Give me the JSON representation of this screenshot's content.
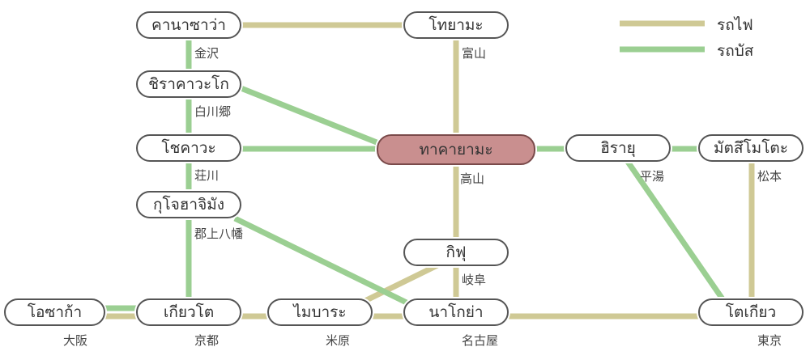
{
  "colors": {
    "train": "#cfc995",
    "bus": "#9bcf92",
    "hub_fill": "#c98f8f"
  },
  "legend": {
    "train_label": "รถไฟ",
    "bus_label": "รถบัส"
  },
  "stations": {
    "kanazawa": {
      "thai": "คานาซาว่า",
      "jp": "金沢"
    },
    "toyama": {
      "thai": "โทยามะ",
      "jp": "富山"
    },
    "shirakawago": {
      "thai": "ชิราคาวะโก",
      "jp": "白川郷"
    },
    "shokawa": {
      "thai": "โชคาวะ",
      "jp": "荘川"
    },
    "takayama": {
      "thai": "ทาคายามะ",
      "jp": "高山"
    },
    "hirayu": {
      "thai": "ฮิรายุ",
      "jp": "平湯"
    },
    "matsumoto": {
      "thai": "มัตสึโมโตะ",
      "jp": "松本"
    },
    "gujohachiman": {
      "thai": "กุโจฮาจิมัง",
      "jp": "郡上八幡"
    },
    "gifu": {
      "thai": "กิฟุ",
      "jp": "岐阜"
    },
    "osaka": {
      "thai": "โอซาก้า",
      "jp": "大阪"
    },
    "kyoto": {
      "thai": "เกียวโต",
      "jp": "京都"
    },
    "maibara": {
      "thai": "ไมบาระ",
      "jp": "米原"
    },
    "nagoya": {
      "thai": "นาโกย่า",
      "jp": "名古屋"
    },
    "tokyo": {
      "thai": "โตเกียว",
      "jp": "東京"
    }
  }
}
